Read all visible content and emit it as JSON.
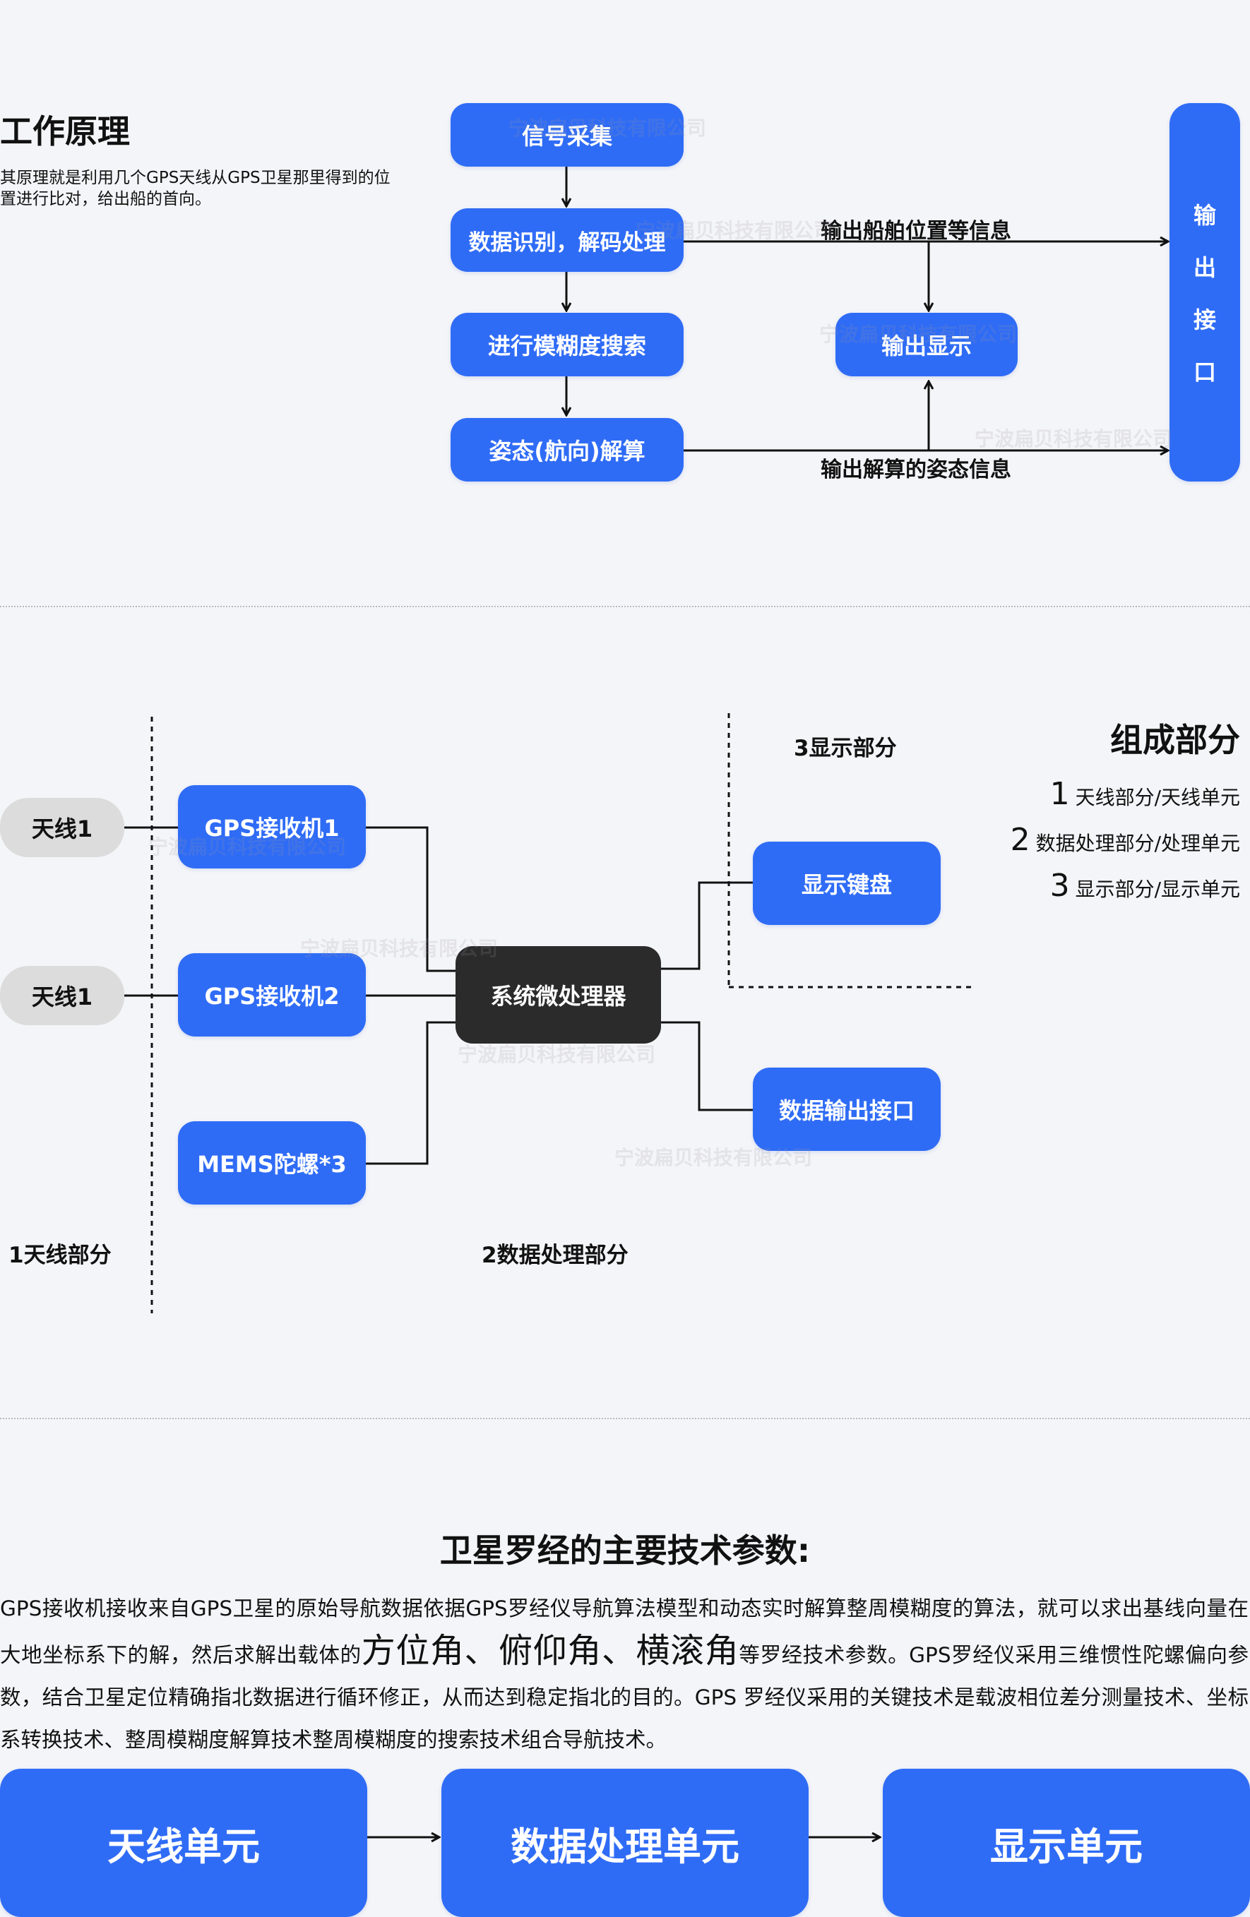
{
  "section1": {
    "title": "工作原理",
    "desc_line1": "其原理就是利用几个GPS天线从GPS卫星那里得到的位",
    "desc_line2": "置进行比对，给出船的首向。",
    "boxes": [
      "信号采集",
      "数据识别，解码处理",
      "进行模糊度搜索",
      "姿态(航向)解算"
    ],
    "output_display": "输出显示",
    "output_interface_chars": [
      "输",
      "出",
      "接",
      "口"
    ],
    "label_position": "输出船舶位置等信息",
    "label_attitude": "输出解算的姿态信息"
  },
  "section2": {
    "title": "组成部分",
    "list": [
      {
        "num": "1",
        "text": "天线部分/天线单元"
      },
      {
        "num": "2",
        "text": "数据处理部分/处理单元"
      },
      {
        "num": "3",
        "text": "显示部分/显示单元"
      }
    ],
    "antenna1": "天线1",
    "antenna2": "天线1",
    "gps1": "GPS接收机1",
    "gps2": "GPS接收机2",
    "mems": "MEMS陀螺*3",
    "processor": "系统微处理器",
    "display_keyboard": "显示键盘",
    "data_output": "数据输出接口",
    "part1_label": "1天线部分",
    "part2_label": "2数据处理部分",
    "part3_label": "3显示部分"
  },
  "section3": {
    "title": "卫星罗经的主要技术参数:",
    "para_a": "GPS接收机接收来自GPS卫星的原始导航数据依据GPS罗经仪导航算法模型和动态实时解算整周模糊度的算法，就可以求出基线向量在大地坐标系下的解，然后求解出载体的",
    "para_big": "方位角、俯仰角、横滚角",
    "para_b": "等罗经技术参数。GPS罗经仪采用三维惯性陀螺偏向参数，结合卫星定位精确指北数据进行循环修正，从而达到稳定指北的目的。GPS 罗经仪采用的关键技术是载波相位差分测量技术、坐标系转换技术、整周模糊度解算技术整周模糊度的搜索技术组合导航技术。",
    "units": [
      "天线单元",
      "数据处理单元",
      "显示单元"
    ]
  },
  "watermark": "宁波扁贝科技有限公司"
}
